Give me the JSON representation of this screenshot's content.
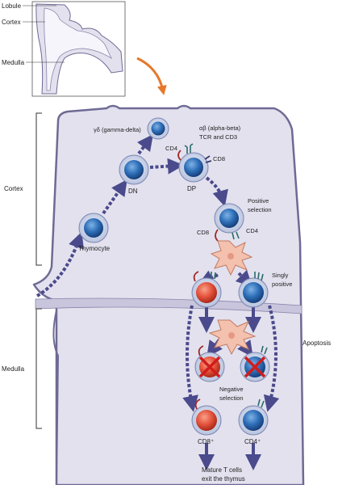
{
  "inset": {
    "labels": [
      "Lobule",
      "Cortex",
      "Medulla"
    ]
  },
  "regions": {
    "cortex": "Cortex",
    "medulla": "Medulla",
    "apoptosis": "Apoptosis"
  },
  "cells": {
    "thymocyte": "Thymocyte",
    "dn": "DN",
    "gamma_delta": "γδ (gamma-delta)",
    "dp": "DP",
    "alpha_beta_line1": "αβ (alpha-beta)",
    "alpha_beta_line2": "TCR and CD3",
    "cd4_top": "CD4",
    "cd8_top": "CD8",
    "positive_selection_line1": "Positive",
    "positive_selection_line2": "selection",
    "cd8_mid": "CD8",
    "cd4_mid": "CD4",
    "singly_positive_line1": "Singly",
    "singly_positive_line2": "positive",
    "negative_selection_line1": "Negative",
    "negative_selection_line2": "selection",
    "cd8_plus": "CD8⁺",
    "cd4_plus": "CD4⁺",
    "mature_line1": "Mature T cells",
    "mature_line2": "exit the thymus"
  },
  "colors": {
    "lobule_fill": "#e3e1ee",
    "lobule_stroke": "#6e6a94",
    "blue_cell": "#2e6fb8",
    "red_cell": "#e5533c",
    "dendritic": "#f3c1ae",
    "arrow": "#4a4a8c",
    "orange_arrow": "#e6782b",
    "cross": "#d01c1c"
  }
}
